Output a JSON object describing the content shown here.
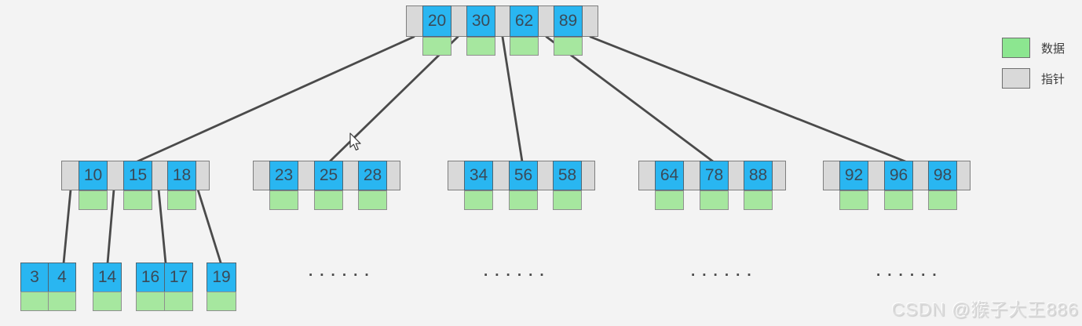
{
  "legend": {
    "data_label": "数据",
    "pointer_label": "指针"
  },
  "watermark": "CSDN @猴子大王886",
  "ellipsis_text": "......",
  "colors": {
    "background": "#f3f3f3",
    "key_fill": "#29b6f1",
    "data_fill": "#a6e79f",
    "pointer_fill": "#d9d9d9",
    "edge": "#4a4a4a",
    "key_text": "#3a4a58"
  },
  "tree": {
    "root": {
      "keys": [
        "20",
        "30",
        "62",
        "89"
      ]
    },
    "internal_nodes": [
      {
        "keys": [
          "10",
          "15",
          "18"
        ]
      },
      {
        "keys": [
          "23",
          "25",
          "28"
        ]
      },
      {
        "keys": [
          "34",
          "56",
          "58"
        ]
      },
      {
        "keys": [
          "64",
          "78",
          "88"
        ]
      },
      {
        "keys": [
          "92",
          "96",
          "98"
        ]
      }
    ],
    "leaf_nodes": [
      {
        "keys": [
          "3",
          "4"
        ]
      },
      {
        "keys": [
          "14"
        ]
      },
      {
        "keys": [
          "16",
          "17"
        ]
      },
      {
        "keys": [
          "19"
        ]
      }
    ]
  }
}
